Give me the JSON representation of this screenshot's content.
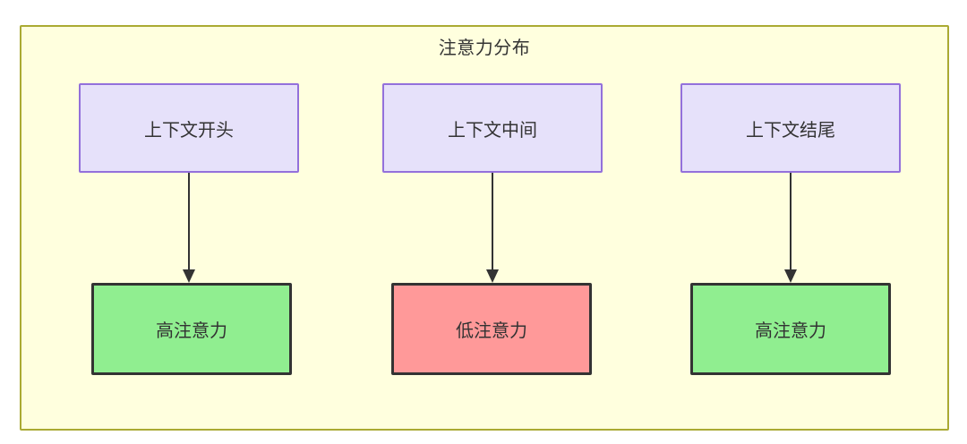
{
  "diagram": {
    "title": "注意力分布",
    "container": {
      "fill": "#ffffde",
      "stroke": "#aaaa33"
    },
    "columns": [
      {
        "source": {
          "label": "上下文开头",
          "fill": "#e6e1fa",
          "stroke": "#9370db"
        },
        "target": {
          "label": "高注意力",
          "fill": "#90ee90",
          "stroke": "#333333"
        },
        "connector": "arrow-down"
      },
      {
        "source": {
          "label": "上下文中间",
          "fill": "#e6e1fa",
          "stroke": "#9370db"
        },
        "target": {
          "label": "低注意力",
          "fill": "#ff9999",
          "stroke": "#333333"
        },
        "connector": "arrow-down"
      },
      {
        "source": {
          "label": "上下文结尾",
          "fill": "#e6e1fa",
          "stroke": "#9370db"
        },
        "target": {
          "label": "高注意力",
          "fill": "#90ee90",
          "stroke": "#333333"
        },
        "connector": "arrow-down"
      }
    ]
  }
}
